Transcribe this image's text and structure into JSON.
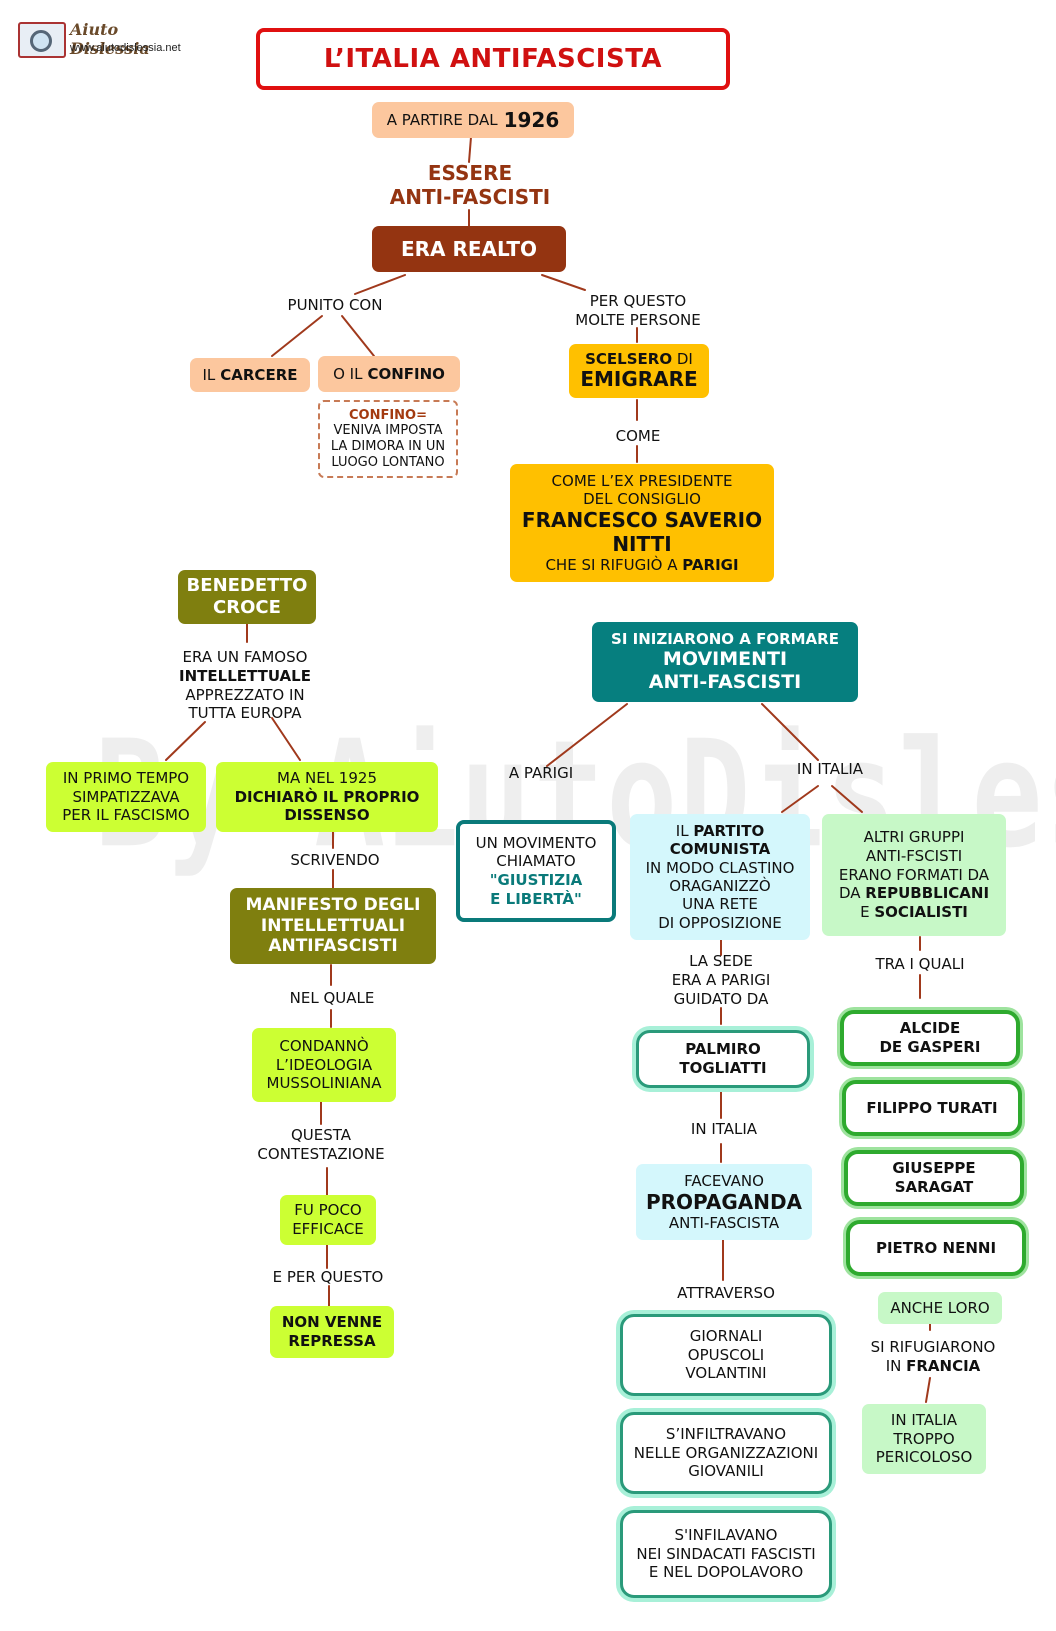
{
  "logo": {
    "name": "Aiuto Dislessia",
    "url": "www.aiutodislessia.net"
  },
  "watermark": "By AiutoDislessia.net",
  "title": "L’ITALIA ANTIFASCISTA",
  "top": {
    "since_prefix": "A PARTIRE DAL",
    "since_year": "1926",
    "being_line1": "ESSERE",
    "being_line2": "ANTI-FASCISTI",
    "crime": "ERA REALTO",
    "punished_with": "PUNITO CON",
    "prison_prefix": "IL",
    "prison": "CARCERE",
    "confine_prefix": "O IL",
    "confine": "CONFINO",
    "confine_def_title": "CONFINO=",
    "confine_def_l1": "VENIVA IMPOSTA",
    "confine_def_l2": "LA DIMORA IN UN",
    "confine_def_l3": "LUOGO LONTANO",
    "therefore_l1": "PER QUESTO",
    "therefore_l2": "MOLTE PERSONE",
    "chose_prefix": "SCELSERO",
    "chose_suffix": "DI",
    "emigrate": "EMIGRARE",
    "like": "COME",
    "nitti_l1": "COME L’EX PRESIDENTE",
    "nitti_l2": "DEL CONSIGLIO",
    "nitti_name_l1": "FRANCESCO SAVERIO",
    "nitti_name_l2": "NITTI",
    "nitti_l3_prefix": "CHE SI RIFUGIÒ A",
    "nitti_l3_place": "PARIGI"
  },
  "croce": {
    "name_l1": "BENEDETTO",
    "name_l2": "CROCE",
    "desc_l1": "ERA UN FAMOSO",
    "desc_l2": "INTELLETTUALE",
    "desc_l3": "APPREZZATO IN",
    "desc_l4": "TUTTA EUROPA",
    "first_l1": "IN PRIMO TEMPO",
    "first_l2": "SIMPATIZZAVA",
    "first_l3": "PER IL FASCISMO",
    "but_l1": "MA NEL 1925",
    "but_l2": "DICHIARÒ IL PROPRIO",
    "but_l3": "DISSENSO",
    "writing": "SCRIVENDO",
    "manifesto_l1": "MANIFESTO DEGLI",
    "manifesto_l2": "INTELLETTUALI",
    "manifesto_l3": "ANTIFASCISTI",
    "in_which": "NEL QUALE",
    "condemned_l1": "CONDANNÒ",
    "condemned_l2": "L’IDEOLOGIA",
    "condemned_l3": "MUSSOLINIANA",
    "contest_l1": "QUESTA",
    "contest_l2": "CONTESTAZIONE",
    "ineffective_l1": "FU POCO",
    "ineffective_l2": "EFFICACE",
    "so": "E  PER QUESTO",
    "not_repressed_l1": "NON VENNE",
    "not_repressed_l2": "REPRESSA"
  },
  "movements": {
    "head_l1": "SI INIZIARONO A FORMARE",
    "head_l2": "MOVIMENTI",
    "head_l3": "ANTI-FASCISTI",
    "in_paris": "A PARIGI",
    "in_italy": "IN ITALIA",
    "gl_l1": "UN MOVIMENTO",
    "gl_l2": "CHIAMATO",
    "gl_l3": "\"GIUSTIZIA",
    "gl_l4": "E LIBERTÀ\"",
    "pci_l1_prefix": "IL",
    "pci_l1_bold": "PARTITO",
    "pci_l2": "COMUNISTA",
    "pci_l3": "IN MODO CLASTINO",
    "pci_l4": "ORAGANIZZÒ",
    "pci_l5": "UNA RETE",
    "pci_l6": "DI  OPPOSIZIONE",
    "seat_l1": "LA SEDE",
    "seat_l2": "ERA A PARIGI",
    "seat_l3": "GUIDATO DA",
    "togliatti_l1": "PALMIRO",
    "togliatti_l2": "TOGLIATTI",
    "in_italy2": "IN ITALIA",
    "prop_l1": "FACEVANO",
    "prop_l2": "PROPAGANDA",
    "prop_l3": "ANTI-FASCISTA",
    "through": "ATTRAVERSO",
    "m1_l1": "GIORNALI",
    "m1_l2": "OPUSCOLI",
    "m1_l3": "VOLANTINI",
    "m2_l1": "S’INFILTRAVANO",
    "m2_l2": "NELLE ORGANIZZAZIONI",
    "m2_l3": "GIOVANILI",
    "m3_l1": "S'INFILAVANO",
    "m3_l2": "NEI SINDACATI FASCISTI",
    "m3_l3": "E NEL DOPOLAVORO",
    "others_l1": "ALTRI GRUPPI",
    "others_l2": "ANTI-FSCISTI",
    "others_l3": "ERANO FORMATI DA",
    "others_l4_prefix": "DA",
    "others_l4_bold": "REPUBBLICANI",
    "others_l5_prefix": "E",
    "others_l5_bold": "SOCIALISTI",
    "among": "TRA I QUALI",
    "p1_l1": "ALCIDE",
    "p1_l2": "DE GASPERI",
    "p2": "FILIPPO TURATI",
    "p3_l1": "GIUSEPPE",
    "p3_l2": "SARAGAT",
    "p4": "PIETRO NENNI",
    "also": "ANCHE LORO",
    "fled_l1": "SI RIFUGIARONO",
    "fled_l2_prefix": "IN",
    "fled_l2_bold": "FRANCIA",
    "danger_l1": "IN ITALIA",
    "danger_l2": "TROPPO",
    "danger_l3": "PERICOLOSO"
  }
}
